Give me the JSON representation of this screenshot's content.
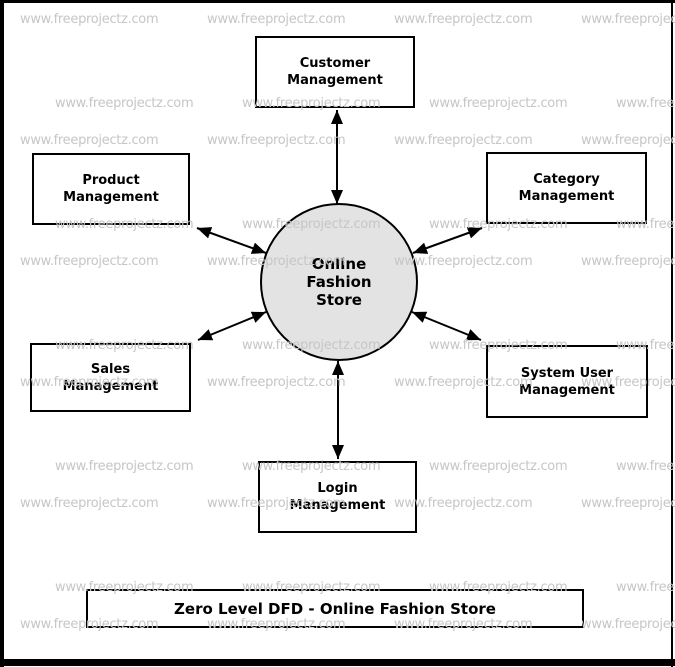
{
  "watermark": {
    "text": "www.freeprojectz.com",
    "color": "#c6c6c6"
  },
  "diagram": {
    "title": "Zero Level DFD - Online Fashion Store",
    "center_process": {
      "line1": "Online",
      "line2": "Fashion",
      "line3": "Store",
      "fill": "#e3e3e3",
      "border_color": "#000000"
    },
    "processes": {
      "customer": {
        "line1": "Customer",
        "line2": "Management"
      },
      "product": {
        "line1": "Product",
        "line2": "Management"
      },
      "category": {
        "line1": "Category",
        "line2": "Management"
      },
      "sales": {
        "line1": "Sales",
        "line2": "Management"
      },
      "system_user": {
        "line1": "System User",
        "line2": "Management"
      },
      "login": {
        "line1": "Login",
        "line2": "Management"
      }
    },
    "arrow_color": "#000000"
  }
}
